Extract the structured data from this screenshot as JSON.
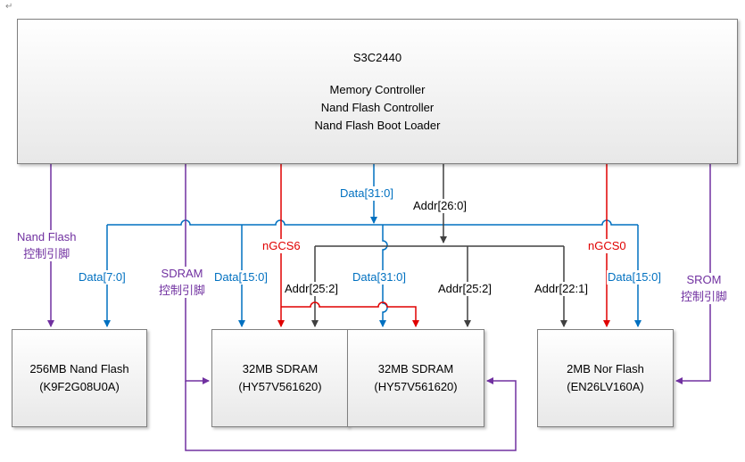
{
  "corner_mark": "↵",
  "cpu": {
    "name": "S3C2440",
    "lines": [
      "Memory Controller",
      "Nand Flash Controller",
      "Nand Flash Boot Loader"
    ]
  },
  "devices": {
    "nand": {
      "size_name": "256MB Nand Flash",
      "part": "(K9F2G08U0A)"
    },
    "sdram1": {
      "size_name": "32MB SDRAM",
      "part": "(HY57V561620)"
    },
    "sdram2": {
      "size_name": "32MB SDRAM",
      "part": "(HY57V561620)"
    },
    "nor": {
      "size_name": "2MB Nor Flash",
      "part": "(EN26LV160A)"
    }
  },
  "signals": {
    "data_main": "Data[31:0]",
    "addr_main": "Addr[26:0]",
    "data_nand": "Data[7:0]",
    "data_sdram1": "Data[15:0]",
    "data_sdram2": "Data[31:0]",
    "data_nor": "Data[15:0]",
    "ngcs6": "nGCS6",
    "ngcs0": "nGCS0",
    "addr_sdram1": "Addr[25:2]",
    "addr_sdram2": "Addr[25:2]",
    "addr_nor": "Addr[22:1]"
  },
  "control_pins": {
    "nand": [
      "Nand Flash",
      "控制引脚"
    ],
    "sdram": [
      "SDRAM",
      "控制引脚"
    ],
    "srom": [
      "SROM",
      "控制引脚"
    ]
  },
  "colors": {
    "data_bus": "#0070c0",
    "addr_bus": "#404040",
    "chip_select": "#e00000",
    "control": "#7030a0"
  }
}
